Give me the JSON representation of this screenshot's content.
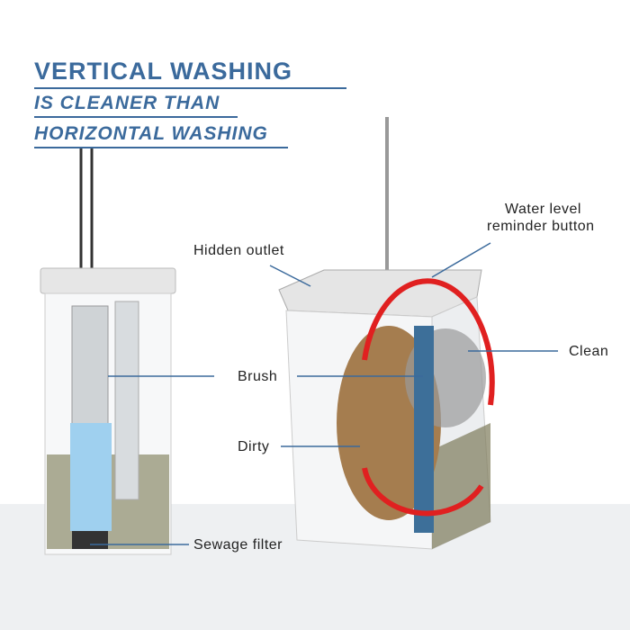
{
  "headline": {
    "line1": "VERTICAL WASHING",
    "line2": "IS CLEANER THAN",
    "line3": "HORIZONTAL WASHING",
    "color": "#3b6a9c"
  },
  "labels": {
    "hidden_outlet": "Hidden outlet",
    "water_level_line1": "Water level",
    "water_level_line2": "reminder button",
    "clean": "Clean",
    "brush": "Brush",
    "dirty": "Dirty",
    "sewage_filter": "Sewage filter"
  }
}
